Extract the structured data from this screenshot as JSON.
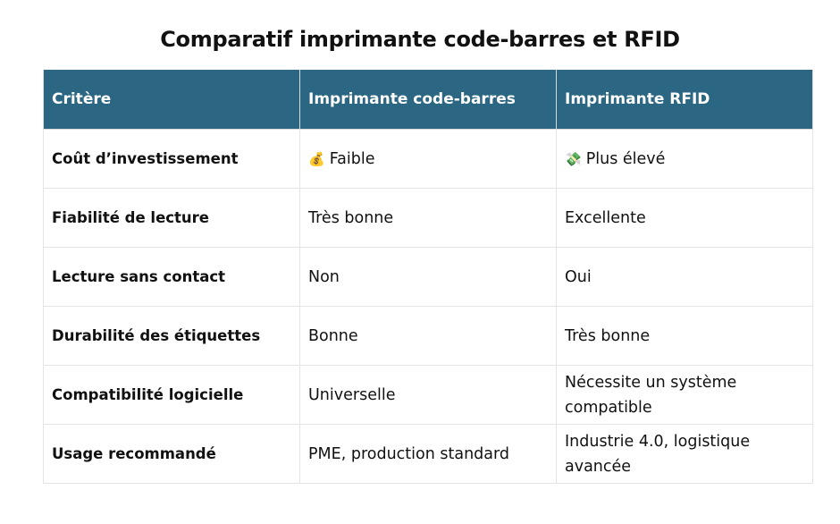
{
  "title": "Comparatif imprimante code-barres et RFID",
  "table": {
    "headers": [
      "Critère",
      "Imprimante code-barres",
      "Imprimante RFID"
    ],
    "rows": [
      {
        "criterion": "Coût d’investissement",
        "barcode": "Faible",
        "barcode_icon": "💰",
        "rfid": "Plus élevé",
        "rfid_icon": "💸"
      },
      {
        "criterion": "Fiabilité de lecture",
        "barcode": "Très bonne",
        "rfid": "Excellente"
      },
      {
        "criterion": "Lecture sans contact",
        "barcode": "Non",
        "rfid": "Oui"
      },
      {
        "criterion": "Durabilité des étiquettes",
        "barcode": "Bonne",
        "rfid": "Très bonne"
      },
      {
        "criterion": "Compatibilité logicielle",
        "barcode": "Universelle",
        "rfid": "Nécessite un système compatible"
      },
      {
        "criterion": "Usage recommandé",
        "barcode": "PME, production standard",
        "rfid": "Industrie 4.0, logistique avancée"
      }
    ]
  },
  "colors": {
    "header_bg": "#2b6682",
    "header_text": "#ffffff",
    "border": "#e4e4e4"
  }
}
